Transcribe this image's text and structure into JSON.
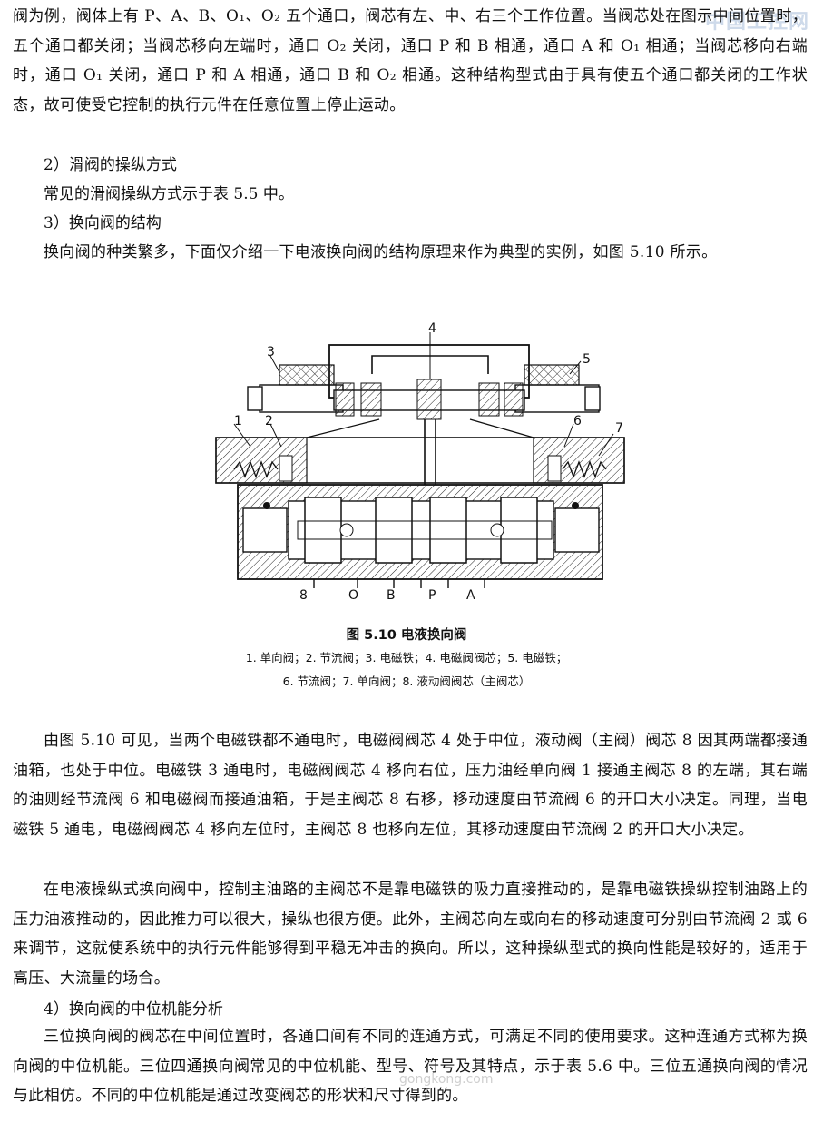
{
  "watermark": "中国工控网",
  "watermark_url": "gongkong.com",
  "paragraphs_top": {
    "p1": "阀为例，阀体上有 P、A、B、O₁、O₂ 五个通口，阀芯有左、中、右三个工作位置。当阀芯处在图示中间位置时，五个通口都关闭；当阀芯移向左端时，通口 O₂ 关闭，通口 P 和 B 相通，通口 A 和 O₁ 相通；当阀芯移向右端时，通口 O₁ 关闭，通口 P 和 A 相通，通口 B 和 O₂ 相通。这种结构型式由于具有使五个通口都关闭的工作状态，故可使受它控制的执行元件在任意位置上停止运动。",
    "h2": "2）滑阀的操纵方式",
    "p2": "常见的滑阀操纵方式示于表 5.5 中。",
    "h3": "3）换向阀的结构",
    "p3": "换向阀的种类繁多，下面仅介绍一下电液换向阀的结构原理来作为典型的实例，如图 5.10 所示。"
  },
  "figure": {
    "labels": {
      "n1": "1",
      "n2": "2",
      "n3": "3",
      "n4": "4",
      "n5": "5",
      "n6": "6",
      "n7": "7"
    },
    "ports": {
      "p8": "8",
      "pO": "O",
      "pB": "B",
      "pP": "P",
      "pA": "A"
    },
    "title": "图 5.10   电液换向阀",
    "legend_line1": "1. 单向阀；2. 节流阀；3. 电磁铁；4. 电磁阀阀芯；5. 电磁铁；",
    "legend_line2": "6. 节流阀；7. 单向阀；8. 液动阀阀芯（主阀芯）"
  },
  "paragraphs_bottom": {
    "p4": "由图 5.10 可见，当两个电磁铁都不通电时，电磁阀阀芯 4 处于中位，液动阀（主阀）阀芯 8 因其两端都接通油箱，也处于中位。电磁铁 3 通电时，电磁阀阀芯 4 移向右位，压力油经单向阀 1 接通主阀芯 8 的左端，其右端的油则经节流阀 6 和电磁阀而接通油箱，于是主阀芯 8 右移，移动速度由节流阀 6 的开口大小决定。同理，当电磁铁 5 通电，电磁阀阀芯 4 移向左位时，主阀芯 8 也移向左位，其移动速度由节流阀 2 的开口大小决定。",
    "p5": "在电液操纵式换向阀中，控制主油路的主阀芯不是靠电磁铁的吸力直接推动的，是靠电磁铁操纵控制油路上的压力油液推动的，因此推力可以很大，操纵也很方便。此外，主阀芯向左或向右的移动速度可分别由节流阀 2 或 6 来调节，这就使系统中的执行元件能够得到平稳无冲击的换向。所以，这种操纵型式的换向性能是较好的，适用于高压、大流量的场合。",
    "h4": "4）换向阀的中位机能分析",
    "p6": "三位换向阀的阀芯在中间位置时，各通口间有不同的连通方式，可满足不同的使用要求。这种连通方式称为换向阀的中位机能。三位四通换向阀常见的中位机能、型号、符号及其特点，示于表 5.6 中。三位五通换向阀的情况与此相仿。不同的中位机能是通过改变阀芯的形状和尺寸得到的。"
  }
}
